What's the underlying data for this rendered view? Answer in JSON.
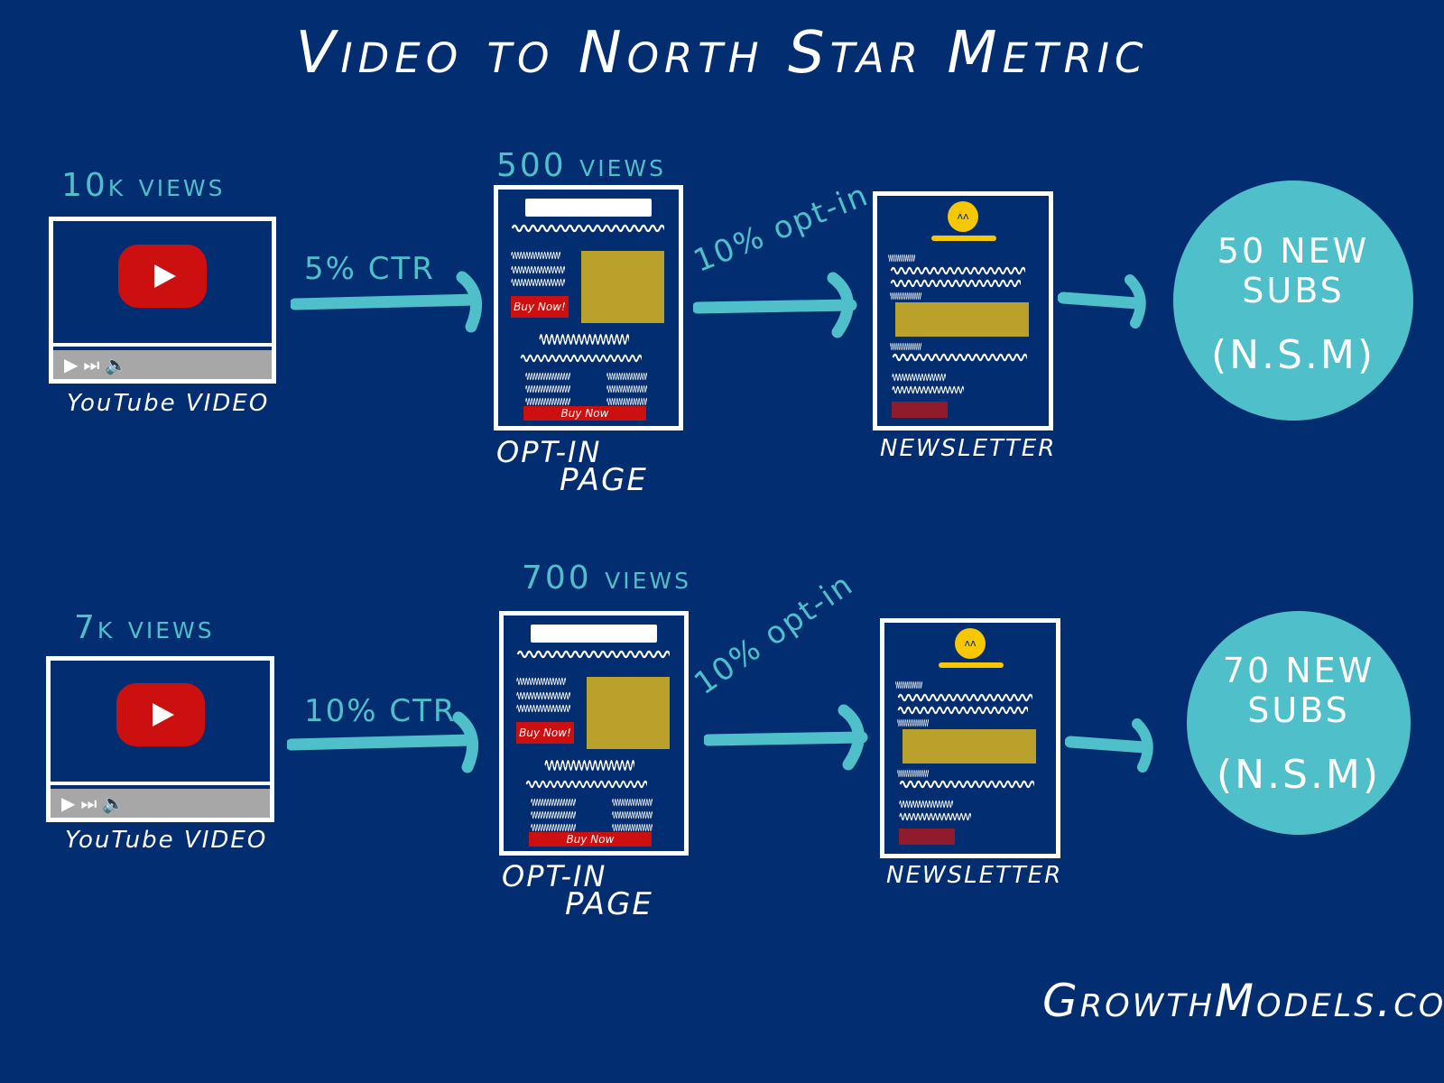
{
  "title": "Video to North Star Metric",
  "rows": [
    {
      "video_views": "10K VIEWS",
      "video_label": "YouTube VIDEO",
      "ctr": "5% CTR",
      "page_views": "500 VIEWS",
      "page_label_1": "OPT-IN",
      "page_label_2": "PAGE",
      "buy_now_small": "Buy Now!",
      "buy_now_bar": "Buy Now",
      "optin_rate": "10% opt-in",
      "newsletter_label": "NEWSLETTER",
      "result_1": "50 NEW",
      "result_2": "SUBS",
      "result_3": "(N.S.M)"
    },
    {
      "video_views": "7K VIEWS",
      "video_label": "YouTube VIDEO",
      "ctr": "10% CTR",
      "page_views": "700 VIEWS",
      "page_label_1": "OPT-IN",
      "page_label_2": "PAGE",
      "buy_now_small": "Buy Now!",
      "buy_now_bar": "Buy Now",
      "optin_rate": "10% opt-in",
      "newsletter_label": "NEWSLETTER",
      "result_1": "70 NEW",
      "result_2": "SUBS",
      "result_3": "(N.S.M)"
    }
  ],
  "footer": "GrowthModels.co",
  "colors": {
    "background": "#022d70",
    "accent": "#4fbfc9",
    "youtube_red": "#cc1010",
    "image_gold": "#b9a12b",
    "sun_yellow": "#f7c700"
  }
}
